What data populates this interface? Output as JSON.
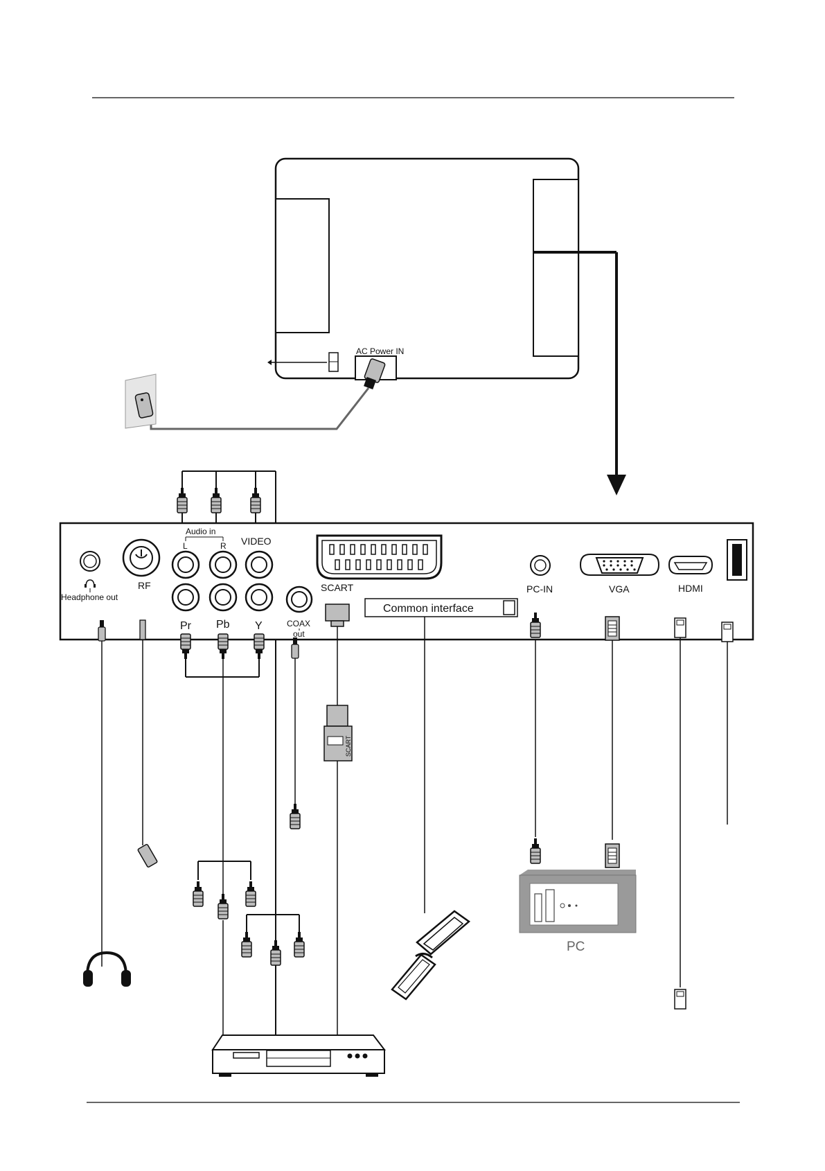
{
  "labels": {
    "ac_power_in": "AC Power IN",
    "audio_in": "Audio in",
    "audio_l": "L",
    "audio_r": "R",
    "video": "VIDEO",
    "rf": "RF",
    "headphone_out": "Headphone out",
    "pr": "Pr",
    "pb": "Pb",
    "y": "Y",
    "coax_out_line1": "COAX",
    "coax_out_line2": "out",
    "scart": "SCART",
    "scart_plug": "SCART",
    "common_interface": "Common interface",
    "pc_in": "PC-IN",
    "vga": "VGA",
    "hdmi": "HDMI",
    "pc": "PC"
  },
  "colors": {
    "line": "#111111",
    "cable_gray": "#666666",
    "plug_fill": "#bdbdbd",
    "device_fill": "#9a9a9a",
    "wall_fill": "#e6e6e6"
  },
  "icons": {
    "headphone_jack": "headphone-icon",
    "power_plug": "power-plug-icon",
    "wall_outlet": "wall-outlet-icon",
    "headphones": "headphones-icon",
    "pc_tower": "pc-tower-icon",
    "dvd_player": "dvd-player-icon",
    "ci_card": "ci-card-icon"
  }
}
